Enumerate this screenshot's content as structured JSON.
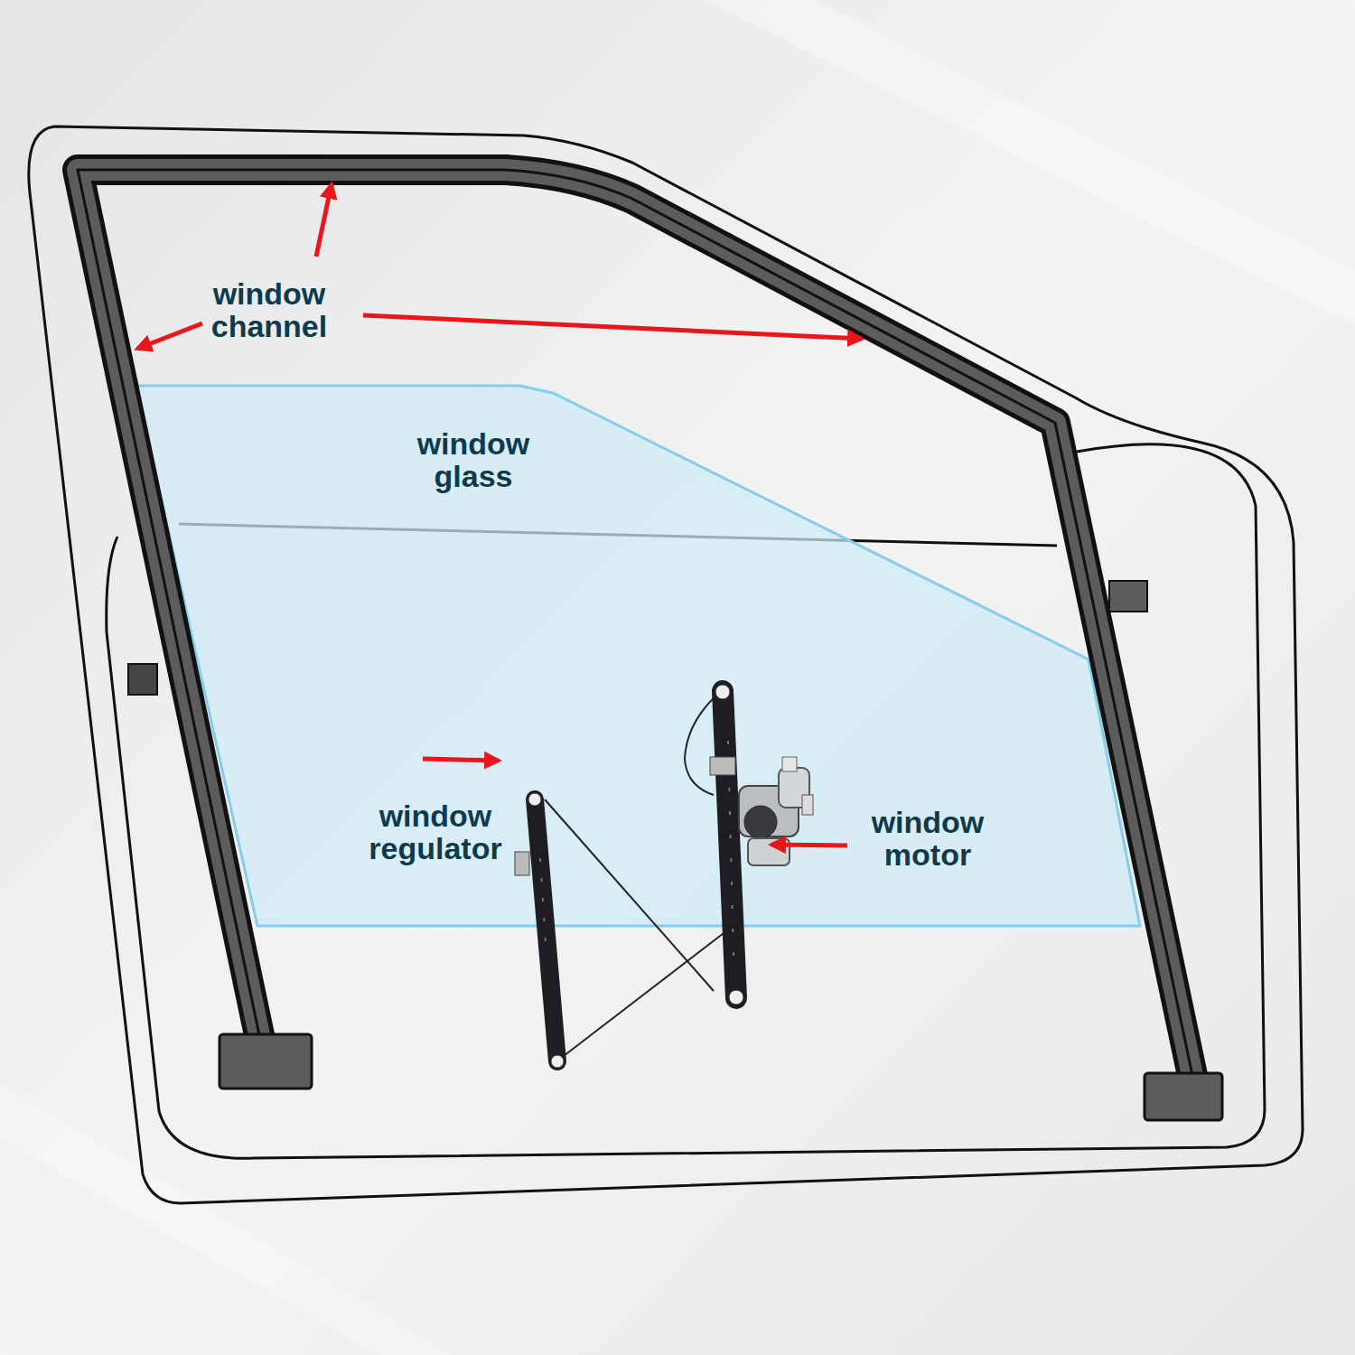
{
  "diagram": {
    "nodes": [
      {
        "text": [
          "window glass"
        ]
      }
    ],
    "labels": [
      "window channel",
      "window regulator",
      "window motor"
    ]
  }
}
